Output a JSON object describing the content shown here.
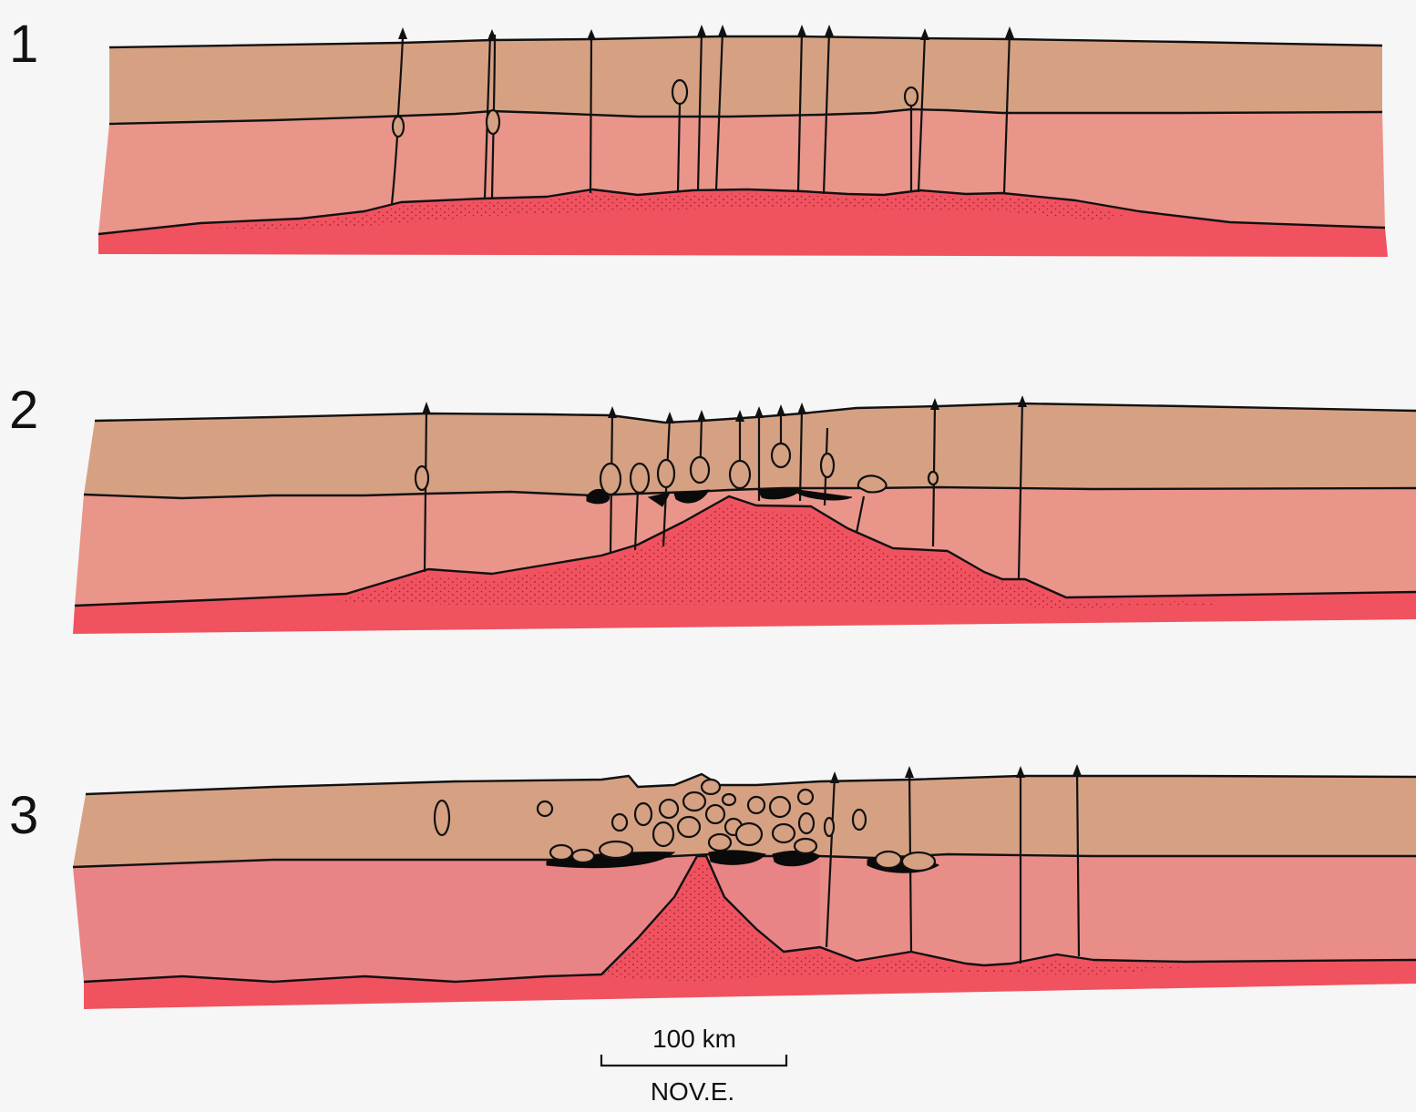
{
  "panels": [
    {
      "label": "1"
    },
    {
      "label": "2"
    },
    {
      "label": "3"
    }
  ],
  "scale_bar": {
    "distance_label": "100 km",
    "note": "NOV.E."
  },
  "colors": {
    "upper_crust": "#d6a183",
    "lower_crust": "#e9958a",
    "lower_crust_stage3": "#e98486",
    "mantle": "#f0525f",
    "line": "#111111"
  }
}
